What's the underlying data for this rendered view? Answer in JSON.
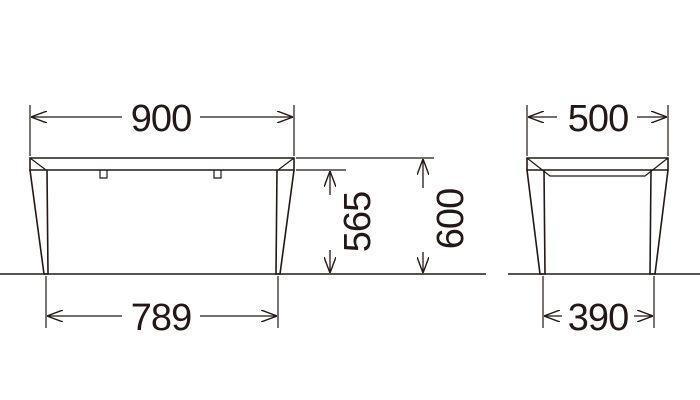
{
  "front_view": {
    "overall_width": "900",
    "inner_leg_span": "789",
    "under_top_height": "565",
    "overall_height": "600"
  },
  "side_view": {
    "overall_depth": "500",
    "inner_leg_span": "390"
  },
  "colors": {
    "line": "#231815",
    "background": "#ffffff"
  }
}
